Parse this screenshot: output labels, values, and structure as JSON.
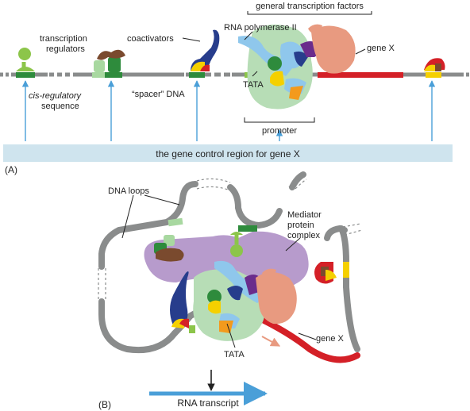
{
  "panel_a": {
    "panel_letter": "(A)",
    "labels": {
      "general_transcription_factors": "general transcription factors",
      "rna_polymerase": "RNA polymerase II",
      "gene_x": "gene X",
      "transcription_regulators_1": "transcription",
      "transcription_regulators_2": "regulators",
      "coactivators": "coactivators",
      "cis_regulatory_1": "cis-regulatory",
      "cis_regulatory_2": "sequence",
      "spacer_dna": "“spacer” DNA",
      "tata": "TATA",
      "promoter": "promoter",
      "gene_control_region": "the gene control region for gene X"
    }
  },
  "panel_b": {
    "panel_letter": "(B)",
    "labels": {
      "dna_loops": "DNA loops",
      "mediator_1": "Mediator",
      "mediator_2": "protein",
      "mediator_3": "complex",
      "gene_x": "gene X",
      "tata": "TATA",
      "rna_transcript": "RNA transcript"
    }
  },
  "colors": {
    "dna": "#8a8c8c",
    "gene": "#d42027",
    "arrow": "#4a9fd8",
    "control_bar": "#cfe4ee",
    "mediator": "#b79bcc",
    "regulator_green": "#8cc54a",
    "coactivator_brown": "#7a4a2e",
    "polymerase_salmon": "#e89a80",
    "gtf_light_green": "#b7ddb6",
    "dark_green": "#2e8b3c",
    "yellow": "#f5d000",
    "orange": "#f39a1d",
    "purple": "#6a2c8c",
    "navy": "#273d8c",
    "light_blue": "#8fc7ec"
  }
}
